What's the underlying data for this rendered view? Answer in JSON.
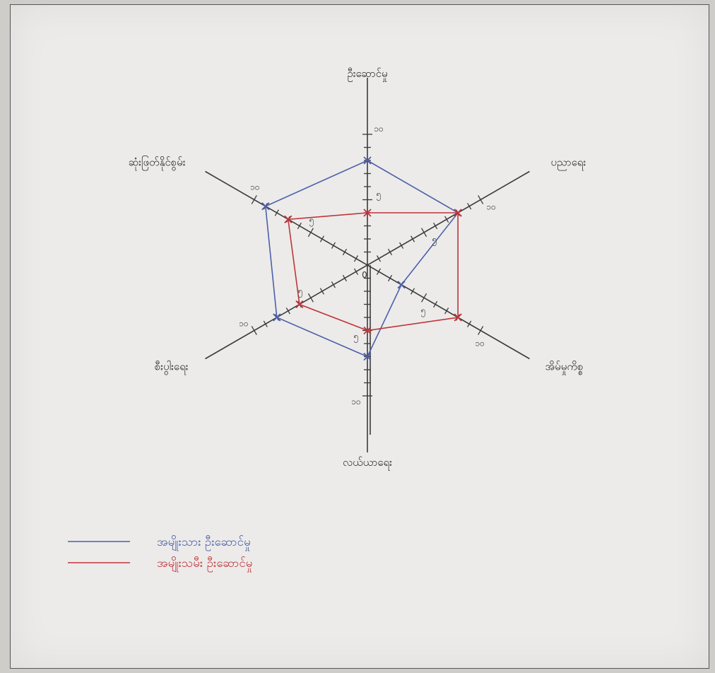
{
  "chart_data": {
    "type": "radar",
    "axes": [
      {
        "label": "ဦးဆောင်မှု"
      },
      {
        "label": "ပညာရေး"
      },
      {
        "label": "အိမ်မှုကိစ္စ"
      },
      {
        "label": "လယ်ယာရေး"
      },
      {
        "label": "စီးပွါးရေး"
      },
      {
        "label": "ဆုံးဖြတ်နိုင်စွမ်း"
      }
    ],
    "range": [
      0,
      10
    ],
    "ticks": {
      "zero": "0",
      "mid": "၅",
      "max": "၁၀"
    },
    "series": [
      {
        "name": "အမျိုးသား ဦးဆောင်မှု",
        "color": "#4b5fa8",
        "values": [
          8,
          8,
          3,
          7,
          8,
          9
        ]
      },
      {
        "name": "အမျိုးသမီး ဦးဆောင်မှု",
        "color": "#c0343a",
        "values": [
          4,
          8,
          8,
          5,
          6,
          7
        ]
      }
    ]
  }
}
